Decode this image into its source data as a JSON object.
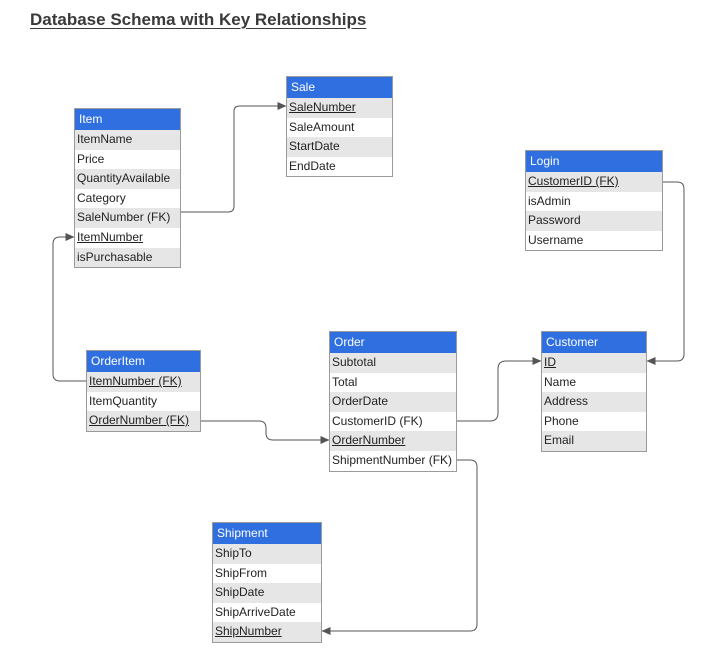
{
  "title": "Database Schema with Key Relationships",
  "colors": {
    "header": "#2f6fe0",
    "alt_row": "#e6e6e6",
    "connector": "#555555"
  },
  "entities": {
    "item": {
      "name": "Item",
      "fields": [
        {
          "label": "ItemName",
          "key": false
        },
        {
          "label": "Price",
          "key": false
        },
        {
          "label": "QuantityAvailable",
          "key": false
        },
        {
          "label": "Category",
          "key": false
        },
        {
          "label": "SaleNumber (FK)",
          "key": false
        },
        {
          "label": "ItemNumber",
          "key": true
        },
        {
          "label": "isPurchasable",
          "key": false
        }
      ]
    },
    "sale": {
      "name": "Sale",
      "fields": [
        {
          "label": "SaleNumber",
          "key": true
        },
        {
          "label": "SaleAmount",
          "key": false
        },
        {
          "label": "StartDate",
          "key": false
        },
        {
          "label": "EndDate",
          "key": false
        }
      ]
    },
    "login": {
      "name": "Login",
      "fields": [
        {
          "label": "CustomerID (FK)",
          "key": true
        },
        {
          "label": "isAdmin",
          "key": false
        },
        {
          "label": "Password",
          "key": false
        },
        {
          "label": "Username",
          "key": false
        }
      ]
    },
    "orderitem": {
      "name": "OrderItem",
      "fields": [
        {
          "label": "ItemNumber (FK)",
          "key": true
        },
        {
          "label": "ItemQuantity",
          "key": false
        },
        {
          "label": "OrderNumber (FK)",
          "key": true
        }
      ]
    },
    "order": {
      "name": "Order",
      "fields": [
        {
          "label": "Subtotal",
          "key": false
        },
        {
          "label": "Total",
          "key": false
        },
        {
          "label": "OrderDate",
          "key": false
        },
        {
          "label": "CustomerID (FK)",
          "key": false
        },
        {
          "label": "OrderNumber",
          "key": true
        },
        {
          "label": "ShipmentNumber (FK)",
          "key": false
        }
      ]
    },
    "customer": {
      "name": "Customer",
      "fields": [
        {
          "label": "ID",
          "key": true
        },
        {
          "label": "Name",
          "key": false
        },
        {
          "label": "Address",
          "key": false
        },
        {
          "label": "Phone",
          "key": false
        },
        {
          "label": "Email",
          "key": false
        }
      ]
    },
    "shipment": {
      "name": "Shipment",
      "fields": [
        {
          "label": "ShipTo",
          "key": false
        },
        {
          "label": "ShipFrom",
          "key": false
        },
        {
          "label": "ShipDate",
          "key": false
        },
        {
          "label": "ShipArriveDate",
          "key": false
        },
        {
          "label": "ShipNumber",
          "key": true
        }
      ]
    }
  },
  "relationships": [
    {
      "from": "item.SaleNumber (FK)",
      "to": "sale.SaleNumber"
    },
    {
      "from": "orderitem.ItemNumber (FK)",
      "to": "item.ItemNumber"
    },
    {
      "from": "orderitem.OrderNumber (FK)",
      "to": "order.OrderNumber"
    },
    {
      "from": "order.CustomerID (FK)",
      "to": "customer.ID"
    },
    {
      "from": "login.CustomerID (FK)",
      "to": "customer.ID"
    },
    {
      "from": "order.ShipmentNumber (FK)",
      "to": "shipment.ShipNumber"
    }
  ]
}
